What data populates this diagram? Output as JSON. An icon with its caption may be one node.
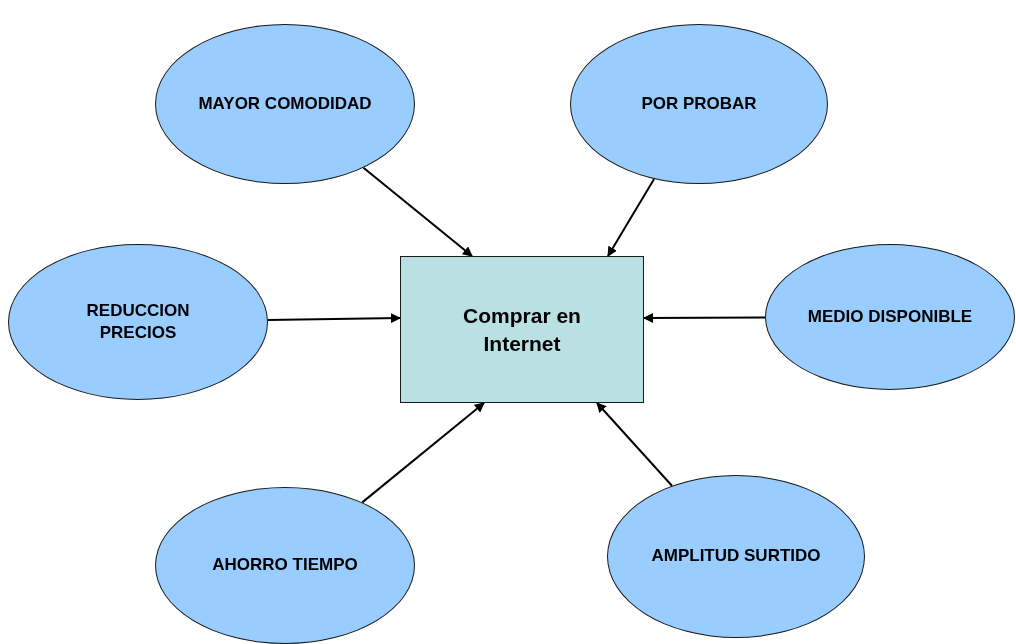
{
  "diagram": {
    "nodes": [
      {
        "text": [
          "MAYOR COMODIDAD"
        ]
      },
      {
        "text": [
          "POR PROBAR"
        ]
      },
      {
        "text": [
          "REDUCCION PRECIOS"
        ]
      },
      {
        "text": [
          "Comprar en Internet"
        ]
      },
      {
        "text": [
          "MEDIO DISPONIBLE"
        ]
      },
      {
        "text": [
          "AHORRO TIEMPO"
        ]
      },
      {
        "text": [
          "AMPLITUD SURTIDO"
        ]
      }
    ],
    "edges": [
      {
        "from": 0,
        "to": 3,
        "arrow": "to"
      },
      {
        "from": 1,
        "to": 3,
        "arrow": "to"
      },
      {
        "from": 2,
        "to": 3,
        "arrow": "to"
      },
      {
        "from": 4,
        "to": 3,
        "arrow": "to"
      },
      {
        "from": 5,
        "to": 3,
        "arrow": "to"
      },
      {
        "from": 6,
        "to": 3,
        "arrow": "to"
      }
    ]
  }
}
